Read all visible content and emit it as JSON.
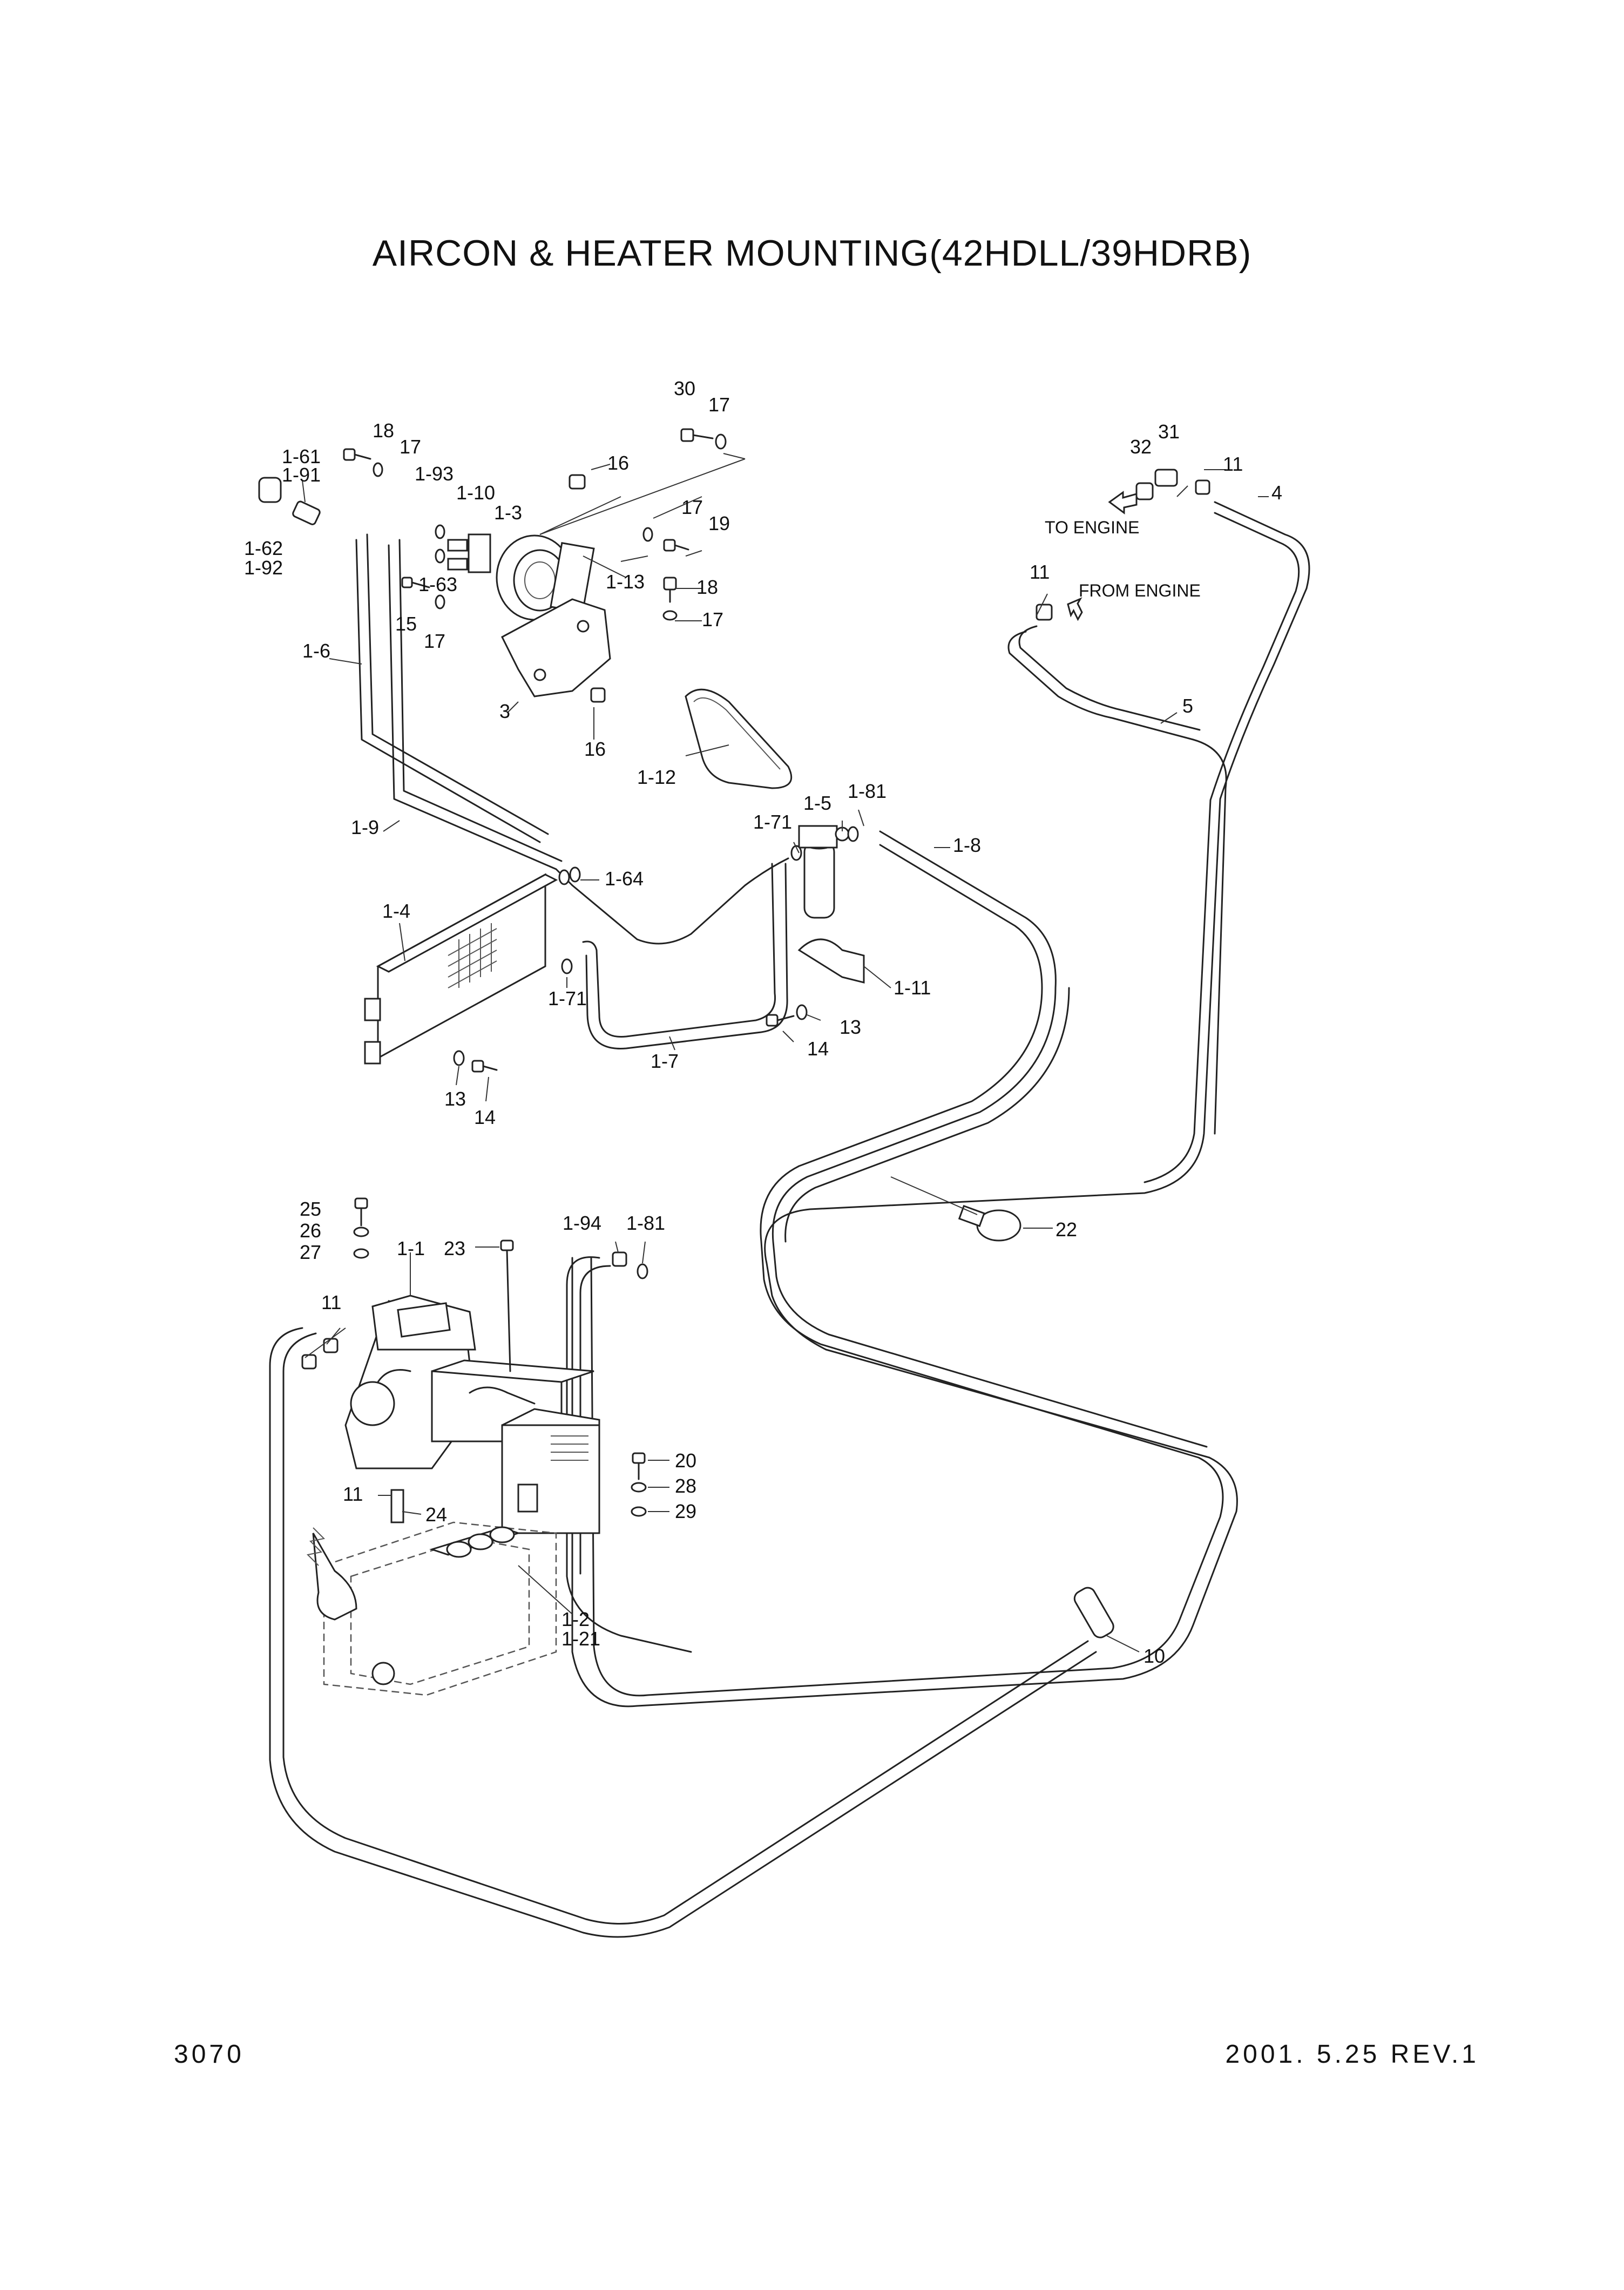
{
  "title": "AIRCON & HEATER MOUNTING(42HDLL/39HDRB)",
  "page_number": "3070",
  "revision": "2001. 5.25  REV.1",
  "notes": {
    "to_engine": "TO ENGINE",
    "from_engine": "FROM ENGINE"
  },
  "labels": {
    "l30": "30",
    "l17a": "17",
    "l18a": "18",
    "l17b": "17",
    "l161": "1-61",
    "l191": "1-91",
    "l193": "1-93",
    "l110": "1-10",
    "l16a": "16",
    "l13p": "1-3",
    "l17c": "17",
    "l19": "19",
    "l162": "1-62",
    "l192": "1-92",
    "l163": "1-63",
    "l15": "15",
    "l17d": "17",
    "l113": "1-13",
    "l18b": "18",
    "l17e": "17",
    "l16": "1-6",
    "l3": "3",
    "l16b": "16",
    "l112": "1-12",
    "l32": "32",
    "l31": "31",
    "l11a": "11",
    "l4": "4",
    "l11b": "11",
    "l5": "5",
    "l19p": "1-9",
    "l164": "1-64",
    "l171a": "1-71",
    "l15p": "1-5",
    "l181a": "1-81",
    "l18p": "1-8",
    "l14p": "1-4",
    "l171b": "1-71",
    "l111": "1-11",
    "l13a": "13",
    "l14a": "14",
    "l17p": "1-7",
    "l13b": "13",
    "l14b": "14",
    "l22": "22",
    "l25": "25",
    "l26": "26",
    "l27": "27",
    "l11p": "1-1",
    "l23": "23",
    "l194": "1-94",
    "l181b": "1-81",
    "l11c": "11",
    "l20": "20",
    "l28": "28",
    "l29": "29",
    "l11d": "11",
    "l24": "24",
    "l12p": "1-2",
    "l121": "1-21",
    "l10": "10"
  }
}
